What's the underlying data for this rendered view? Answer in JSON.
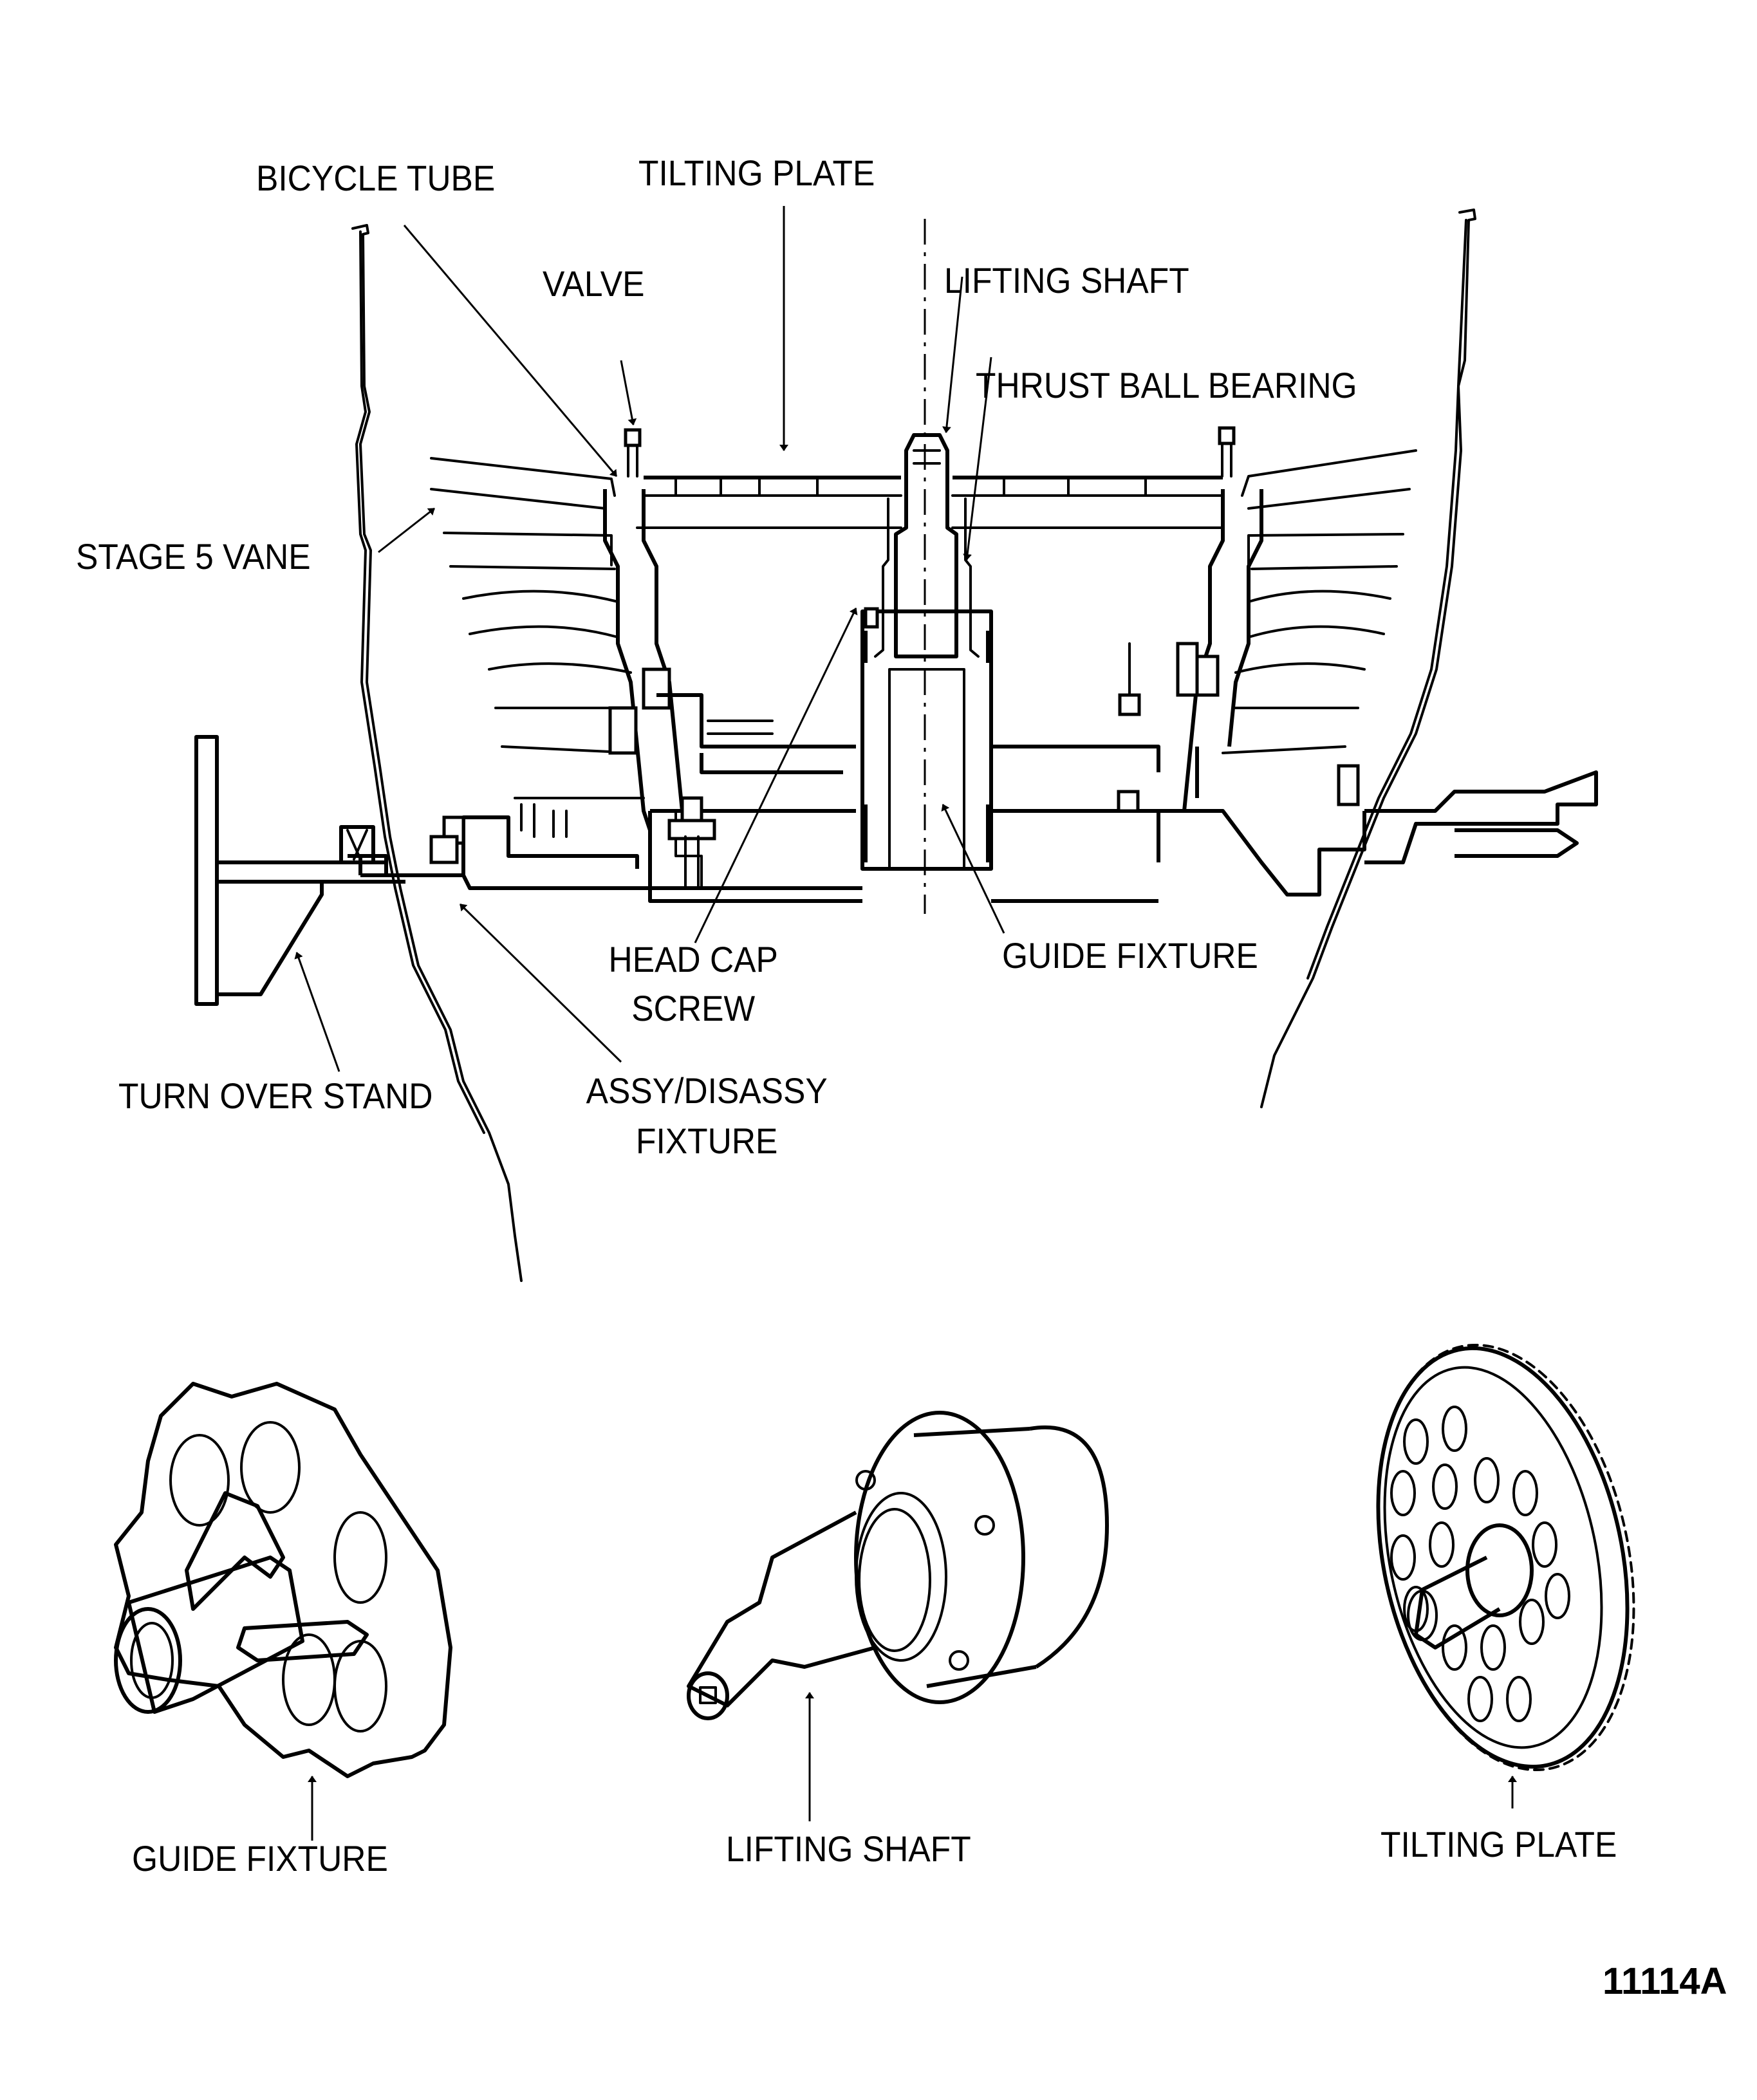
{
  "figure_id": "11114A",
  "assembly_labels": {
    "bicycle_tube": "BICYCLE TUBE",
    "tilting_plate": "TILTING PLATE",
    "valve": "VALVE",
    "lifting_shaft": "LIFTING SHAFT",
    "thrust_ball_bearing": "THRUST BALL BEARING",
    "stage5_vane": "STAGE 5 VANE",
    "head_cap_screw_line1": "HEAD CAP",
    "head_cap_screw_line2": "SCREW",
    "guide_fixture": "GUIDE FIXTURE",
    "turn_over_stand": "TURN OVER STAND",
    "assy_fixture_line1": "ASSY/DISASSY",
    "assy_fixture_line2": "FIXTURE"
  },
  "component_labels": {
    "guide_fixture": "GUIDE FIXTURE",
    "lifting_shaft": "LIFTING SHAFT",
    "tilting_plate": "TILTING PLATE"
  }
}
